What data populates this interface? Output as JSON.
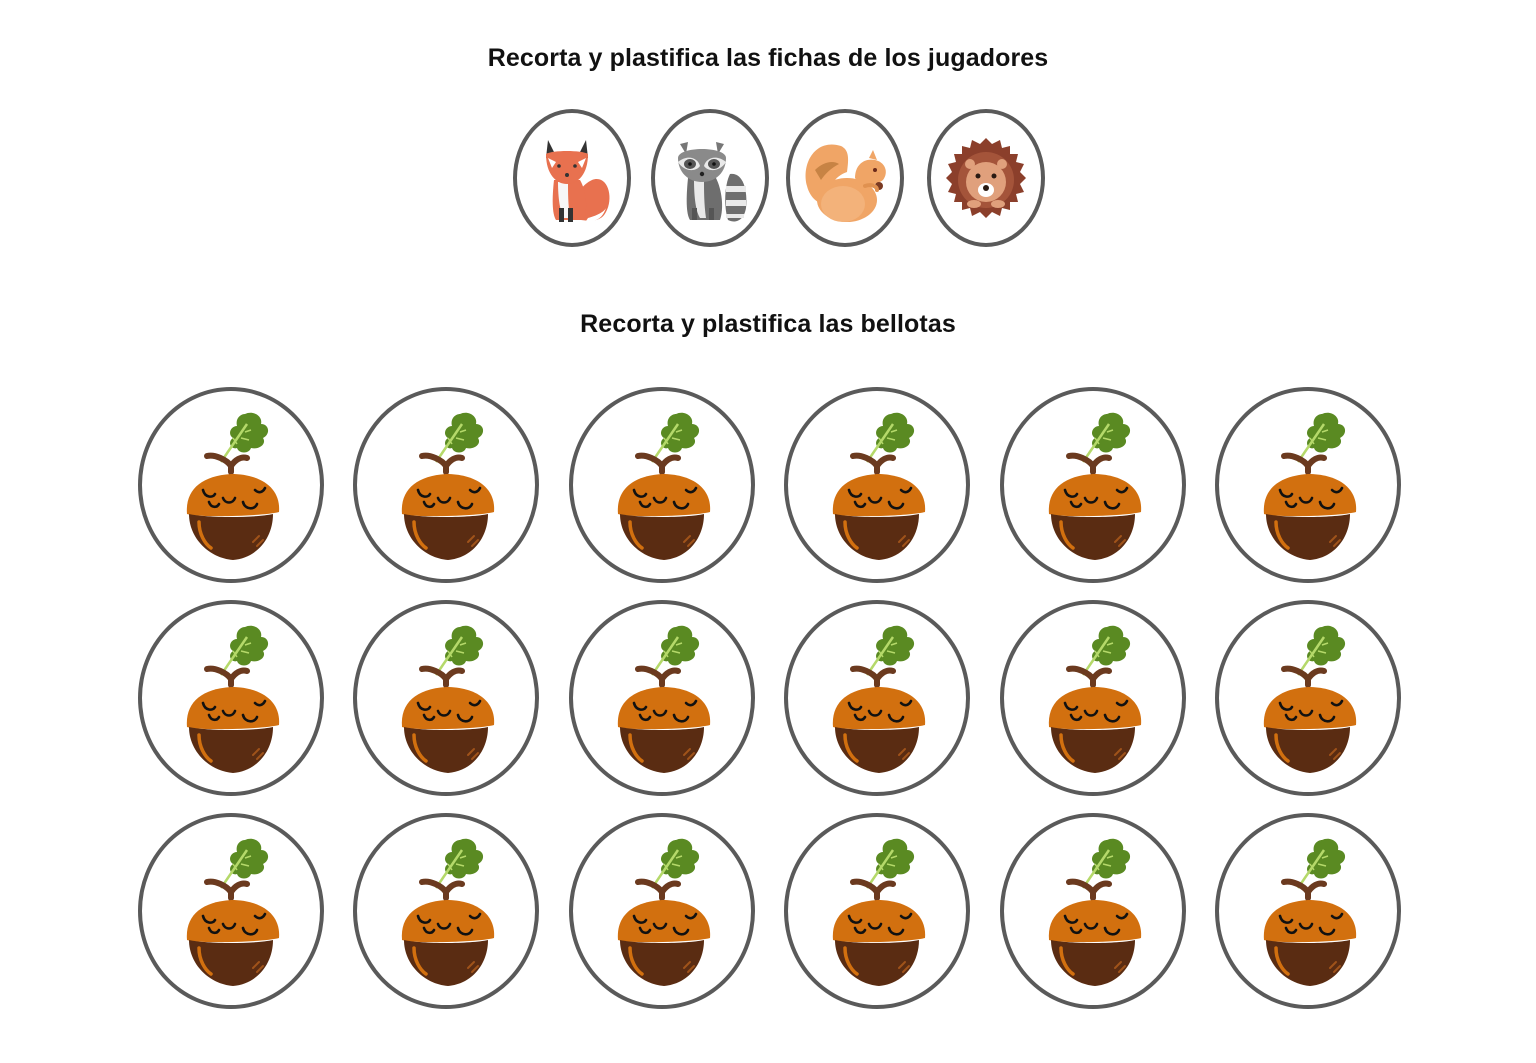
{
  "sections": {
    "players_title": "Recorta y plastifica las fichas de los jugadores",
    "acorns_title": "Recorta y plastifica las bellotas"
  },
  "players": [
    {
      "animal": "fox",
      "icon": "fox-icon",
      "color": "#e8714f"
    },
    {
      "animal": "raccoon",
      "icon": "raccoon-icon",
      "color": "#6e6e6e"
    },
    {
      "animal": "squirrel",
      "icon": "squirrel-icon",
      "color": "#f0a566"
    },
    {
      "animal": "hedgehog",
      "icon": "hedgehog-icon",
      "color": "#8b3f2b"
    }
  ],
  "acorns": {
    "rows": 3,
    "columns": 6,
    "count": 18,
    "icon": "acorn-icon",
    "colors": {
      "cap": "#d2700f",
      "nut": "#5a2c12",
      "leaf": "#5a8a22",
      "stem": "#6b3a1f",
      "border": "#5a5a5a"
    }
  }
}
